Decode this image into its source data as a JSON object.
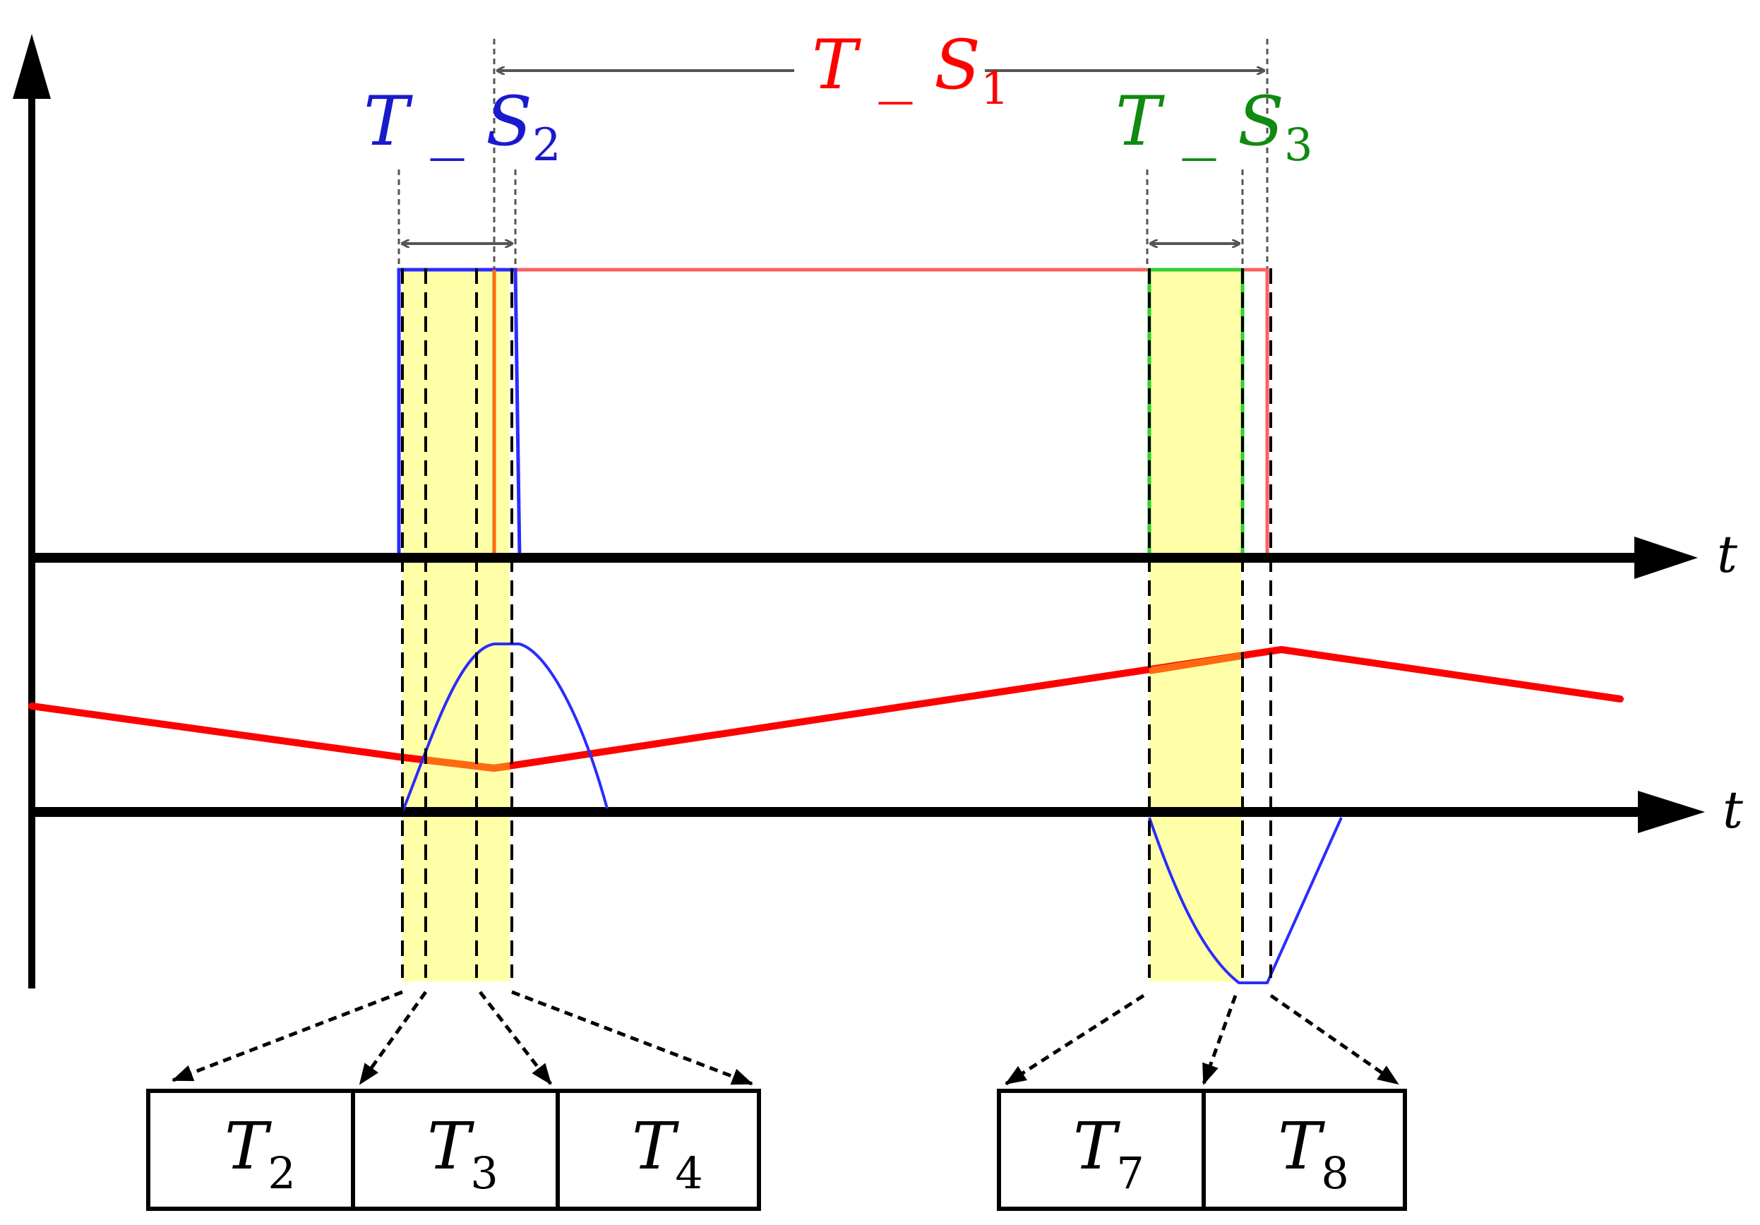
{
  "labels": {
    "ts1": {
      "main": "T _ S",
      "sub": "1",
      "color": "#ff0000"
    },
    "ts2": {
      "main": "T _ S",
      "sub": "2",
      "color": "#1a1acc"
    },
    "ts3": {
      "main": "T _ S",
      "sub": "3",
      "color": "#108a10"
    },
    "axis_t_upper": "t",
    "axis_t_lower": "t"
  },
  "boxes_left": [
    {
      "main": "T",
      "sub": "2"
    },
    {
      "main": "T",
      "sub": "3"
    },
    {
      "main": "T",
      "sub": "4"
    }
  ],
  "boxes_right": [
    {
      "main": "T",
      "sub": "7"
    },
    {
      "main": "T",
      "sub": "8"
    }
  ],
  "colors": {
    "axis": "#000000",
    "red": "#ff0000",
    "orange": "#ff6a10",
    "blue": "#2b2bff",
    "green": "#33cc33",
    "highlight": "#ffff99",
    "guide": "#555555"
  }
}
